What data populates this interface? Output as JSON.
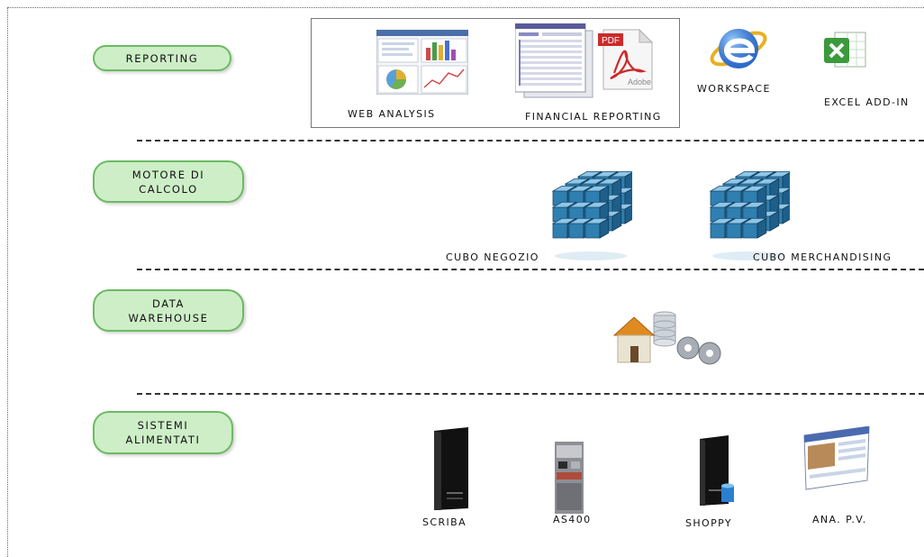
{
  "sections": {
    "reporting": "REPORTING",
    "calc_line1": "MOTORE DI",
    "calc_line2": "CALCOLO",
    "dw_line1": "DATA",
    "dw_line2": "WAREHOUSE",
    "src_line1": "SISTEMI",
    "src_line2": "ALIMENTATI"
  },
  "reporting_tools": {
    "web_analysis": "WEB ANALYSIS",
    "financial_reporting": "FINANCIAL REPORTING",
    "workspace": "WORKSPACE",
    "excel_addin": "EXCEL ADD-IN",
    "pdf_tag": "PDF",
    "adobe_tag": "Adobe"
  },
  "cubes": {
    "cubo_negozio": "CUBO NEGOZIO",
    "cubo_merchandising": "CUBO MERCHANDISING"
  },
  "sources": {
    "scriba": "SCRIBA",
    "as400": "AS400",
    "shoppy": "SHOPPY",
    "ana_pv": "ANA. P.V."
  },
  "colors": {
    "pill_fill": "#cdeec7",
    "pill_border": "#6cba62",
    "cube_blue": "#2f7fb0"
  }
}
